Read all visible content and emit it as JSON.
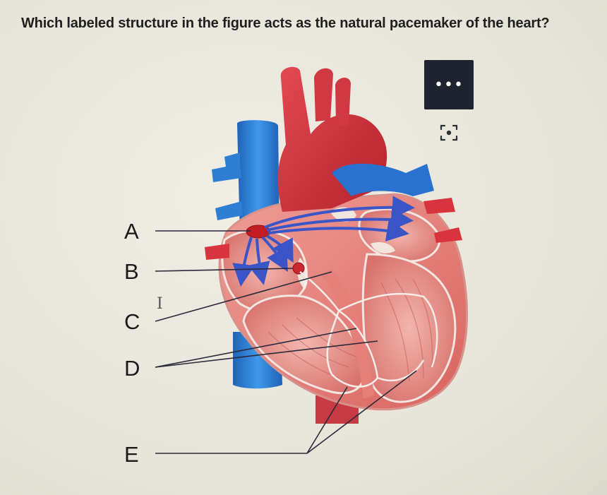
{
  "question": "Which labeled structure in the figure acts as the natural pacemaker of the heart?",
  "labels": {
    "a": "A",
    "b": "B",
    "c": "C",
    "d": "D",
    "e": "E"
  },
  "toolbar": {
    "more_glyph": "•••"
  },
  "icons": {
    "more": "more-options-icon",
    "lens": "visual-search-icon",
    "cursor": "text-cursor-icon"
  },
  "colors": {
    "background": "#e9e7dc",
    "arterial_red": "#d8343e",
    "venous_blue": "#2f7fd6",
    "conduction_blue": "#3a55c8",
    "muscle_pink": "#e78a86",
    "leader_line": "#2a2a3a"
  }
}
